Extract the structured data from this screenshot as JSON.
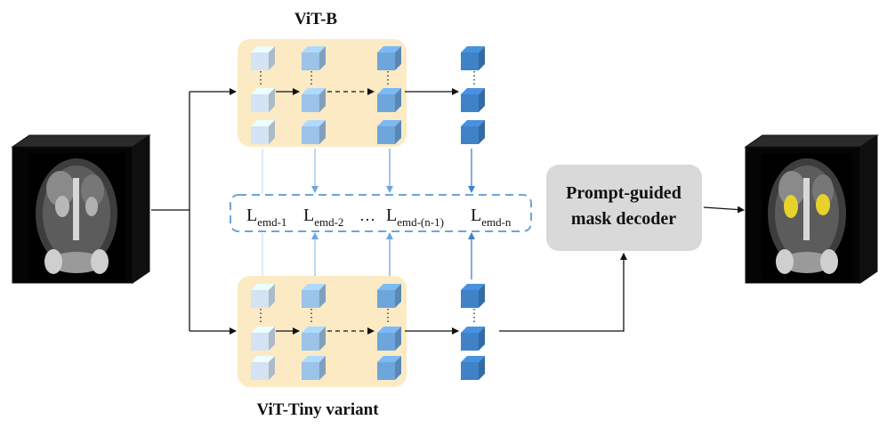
{
  "titles": {
    "top": "ViT-B",
    "bottom": "ViT-Tiny variant"
  },
  "decoder": {
    "line1": "Prompt-guided",
    "line2": "mask decoder"
  },
  "losses": [
    {
      "base": "L",
      "sub": "emd-1"
    },
    {
      "base": "L",
      "sub": "emd-2"
    },
    {
      "base": "L",
      "sub": "emd-(n-1)"
    },
    {
      "base": "L",
      "sub": "emd-n"
    }
  ],
  "loss_ellipsis": "…",
  "colors": {
    "panel": "#fbeac3",
    "decoder": "#d9d9d9",
    "loss_box": "#6fa3d8",
    "cube_light": "#d3e3f3",
    "cube_mid": "#9cc3e8",
    "cube_blue": "#6ea6dc",
    "cube_dark": "#3f82c8",
    "kidney": "#e8d12a"
  },
  "images": {
    "input": "ct-scan-input",
    "output": "ct-scan-segmented-output"
  }
}
